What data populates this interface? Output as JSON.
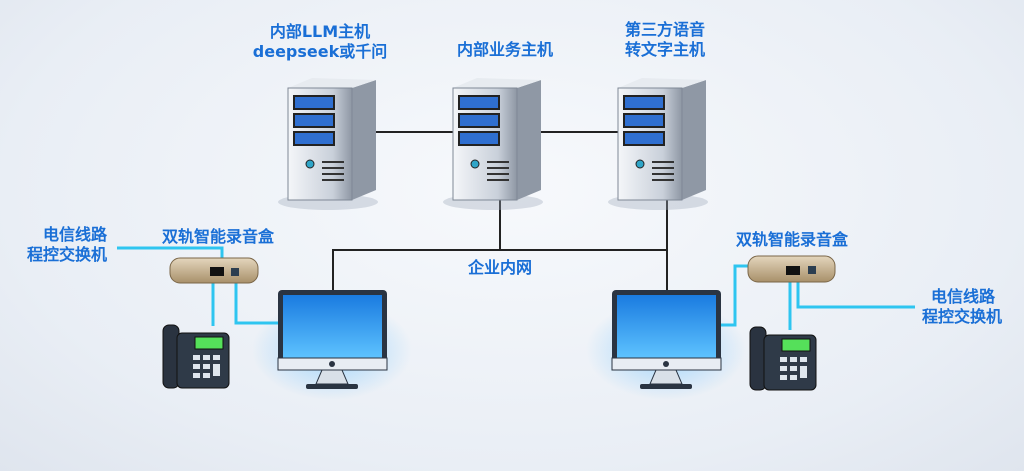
{
  "labels": {
    "llm_host_line1": "内部LLM主机",
    "llm_host_line2": "deepseek或千问",
    "business_host": "内部业务主机",
    "stt_host_line1": "第三方语音",
    "stt_host_line2": "转文字主机",
    "intranet": "企业内网",
    "left_recorder": "双轨智能录音盒",
    "left_pbx_line1": "电信线路",
    "left_pbx_line2": "程控交换机",
    "right_recorder": "双轨智能录音盒",
    "right_pbx_line1": "电信线路",
    "right_pbx_line2": "程控交换机"
  },
  "colors": {
    "label": "#1a6fd6",
    "phone_line": "#2ec5f0",
    "network_line": "#222222",
    "screen": "#1e8ff0"
  }
}
